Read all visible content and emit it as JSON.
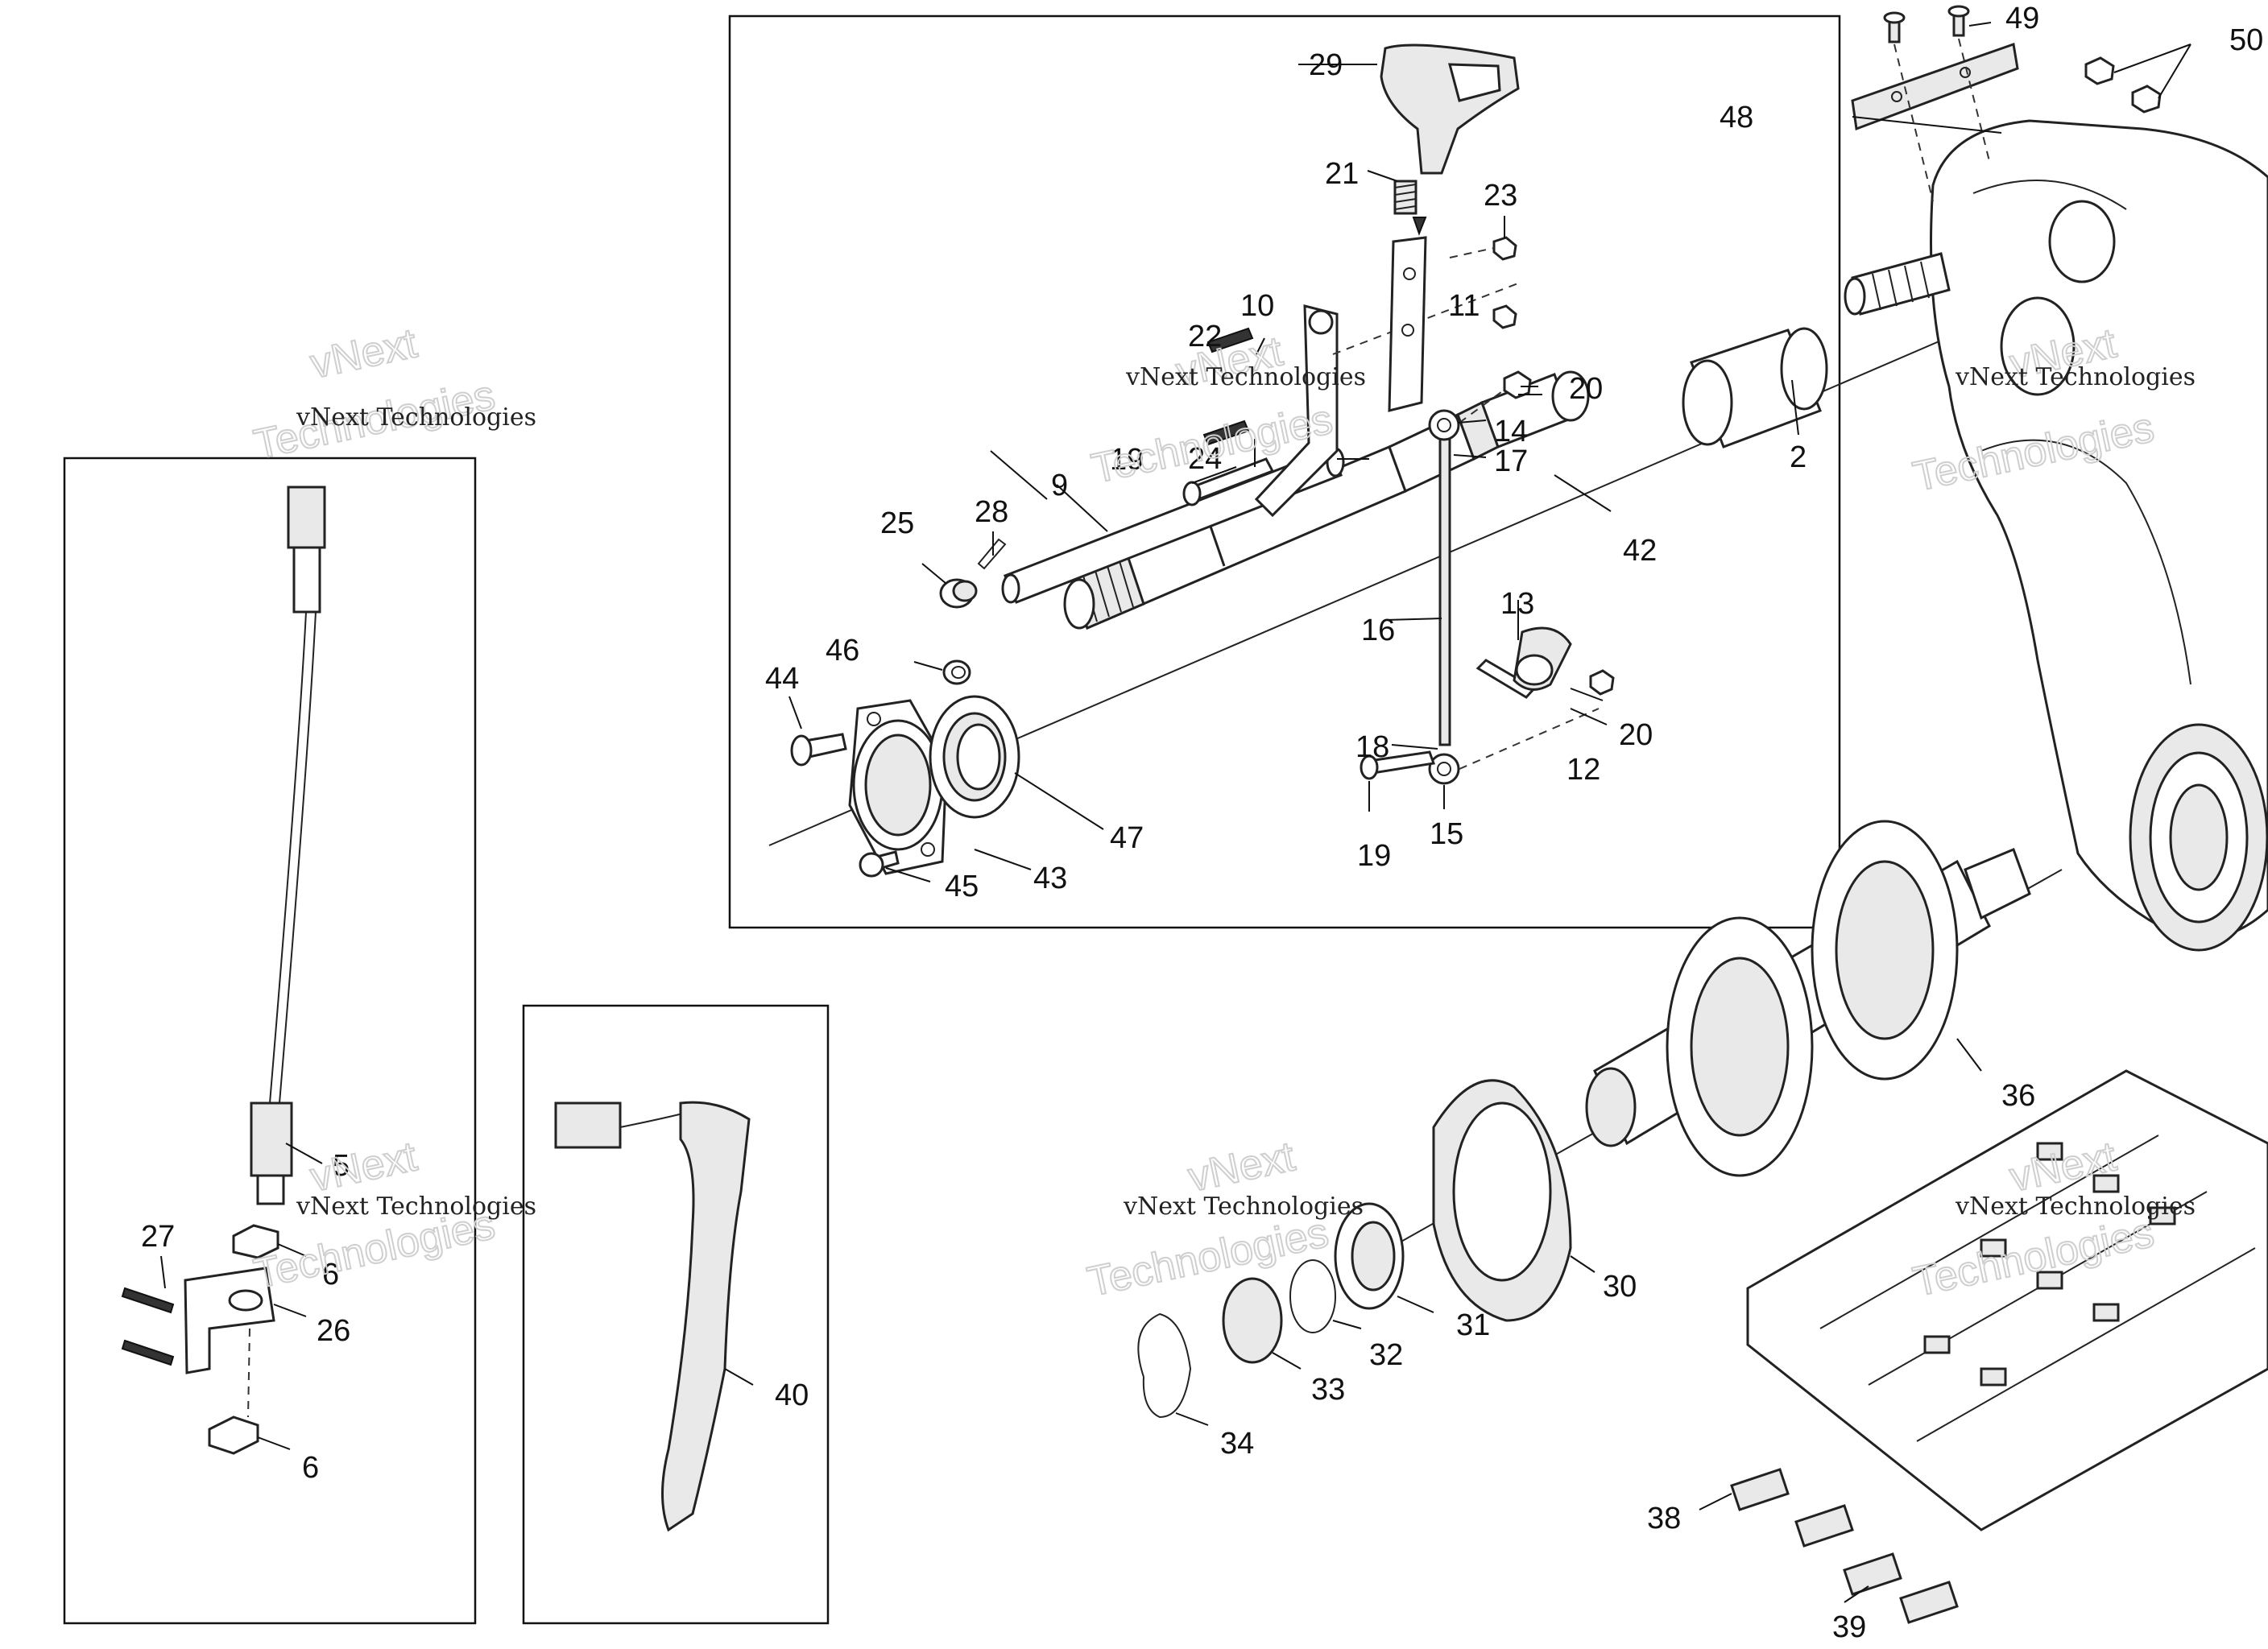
{
  "watermark": {
    "line1": "vNext Technologies",
    "line2a": "vNext",
    "line2b": "Technologies"
  },
  "callouts": {
    "c2": "2",
    "c5": "5",
    "c6a": "6",
    "c6b": "6",
    "c9": "9",
    "c10": "10",
    "c11": "11",
    "c12": "12",
    "c13": "13",
    "c14": "14",
    "c15": "15",
    "c16": "16",
    "c17": "17",
    "c18": "18",
    "c19a": "19",
    "c19b": "19",
    "c20a": "20",
    "c20b": "20",
    "c21": "21",
    "c22": "22",
    "c23": "23",
    "c24": "24",
    "c25": "25",
    "c26": "26",
    "c27": "27",
    "c28": "28",
    "c29": "29",
    "c30": "30",
    "c31": "31",
    "c32": "32",
    "c33": "33",
    "c34": "34",
    "c36": "36",
    "c38": "38",
    "c39": "39",
    "c40": "40",
    "c42": "42",
    "c43": "43",
    "c44": "44",
    "c45": "45",
    "c46": "46",
    "c47": "47",
    "c48": "48",
    "c49": "49",
    "c50": "50"
  }
}
